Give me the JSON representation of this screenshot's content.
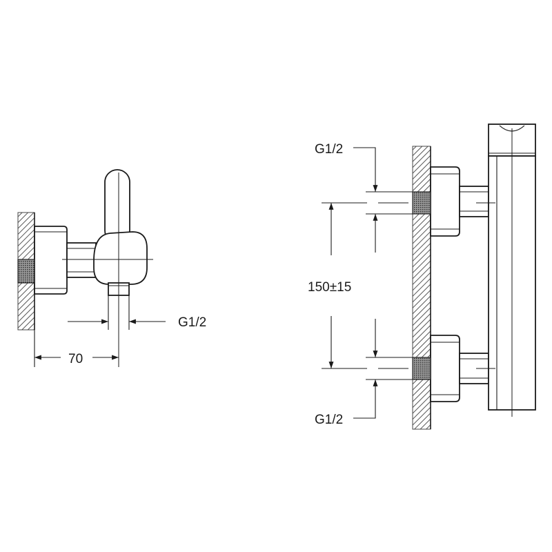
{
  "diagram": {
    "left_view": {
      "dim_width_label": "70",
      "thread_label": "G1/2"
    },
    "right_view": {
      "top_thread_label": "G1/2",
      "center_distance_label": "150±15",
      "bottom_thread_label": "G1/2"
    }
  }
}
